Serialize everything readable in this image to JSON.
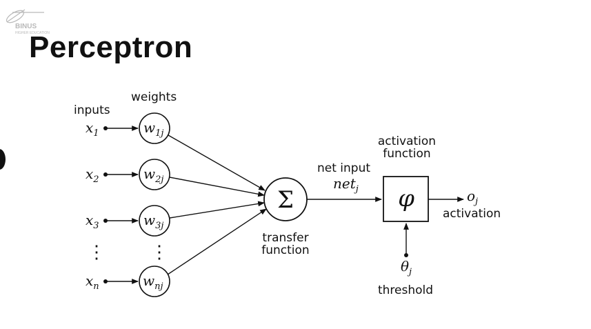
{
  "logo": {
    "brand": "BINUS",
    "subtitle": "HIGHER EDUCATION"
  },
  "title": "Perceptron",
  "diagram": {
    "labels": {
      "inputs": "inputs",
      "weights": "weights",
      "net_input": "net input",
      "transfer_function_line1": "transfer",
      "transfer_function_line2": "function",
      "activation_function_line1": "activation",
      "activation_function_line2": "function",
      "activation": "activation",
      "threshold": "threshold"
    },
    "inputs": [
      {
        "base": "x",
        "sub": "1"
      },
      {
        "base": "x",
        "sub": "2"
      },
      {
        "base": "x",
        "sub": "3"
      },
      {
        "base": "x",
        "sub": "n"
      }
    ],
    "weights": [
      {
        "base": "w",
        "sub": "1j"
      },
      {
        "base": "w",
        "sub": "2j"
      },
      {
        "base": "w",
        "sub": "3j"
      },
      {
        "base": "w",
        "sub": "nj"
      }
    ],
    "ellipsis": "⋮",
    "sum_symbol": "Σ",
    "net": {
      "base": "net",
      "sub": "j"
    },
    "phi_symbol": "φ",
    "output": {
      "base": "o",
      "sub": "j"
    },
    "theta": {
      "base": "θ",
      "sub": "j"
    }
  },
  "colors": {
    "ink": "#111111",
    "background": "#ffffff",
    "logo_gray": "#b9b9b9"
  }
}
